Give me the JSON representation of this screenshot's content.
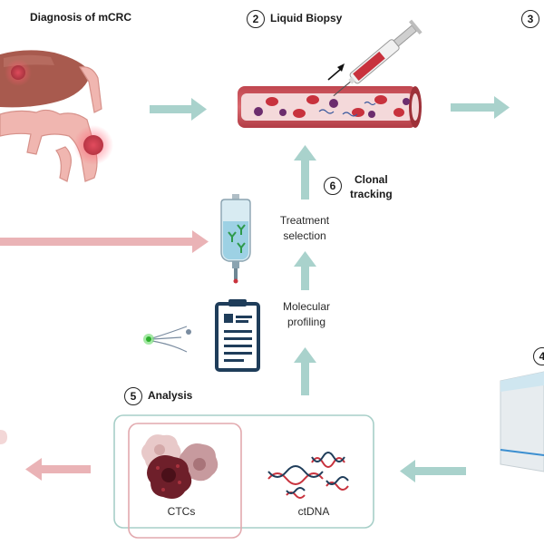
{
  "steps": {
    "diagnosis": {
      "title": "Diagnosis of mCRC"
    },
    "liquid_biopsy": {
      "number": "2",
      "title": "Liquid Biopsy"
    },
    "step3": {
      "number": "3"
    },
    "step4": {
      "number": "4"
    },
    "analysis": {
      "number": "5",
      "title": "Analysis"
    },
    "clonal": {
      "number": "6",
      "title_line1": "Clonal",
      "title_line2": "tracking"
    }
  },
  "labels": {
    "treatment_line1": "Treatment",
    "treatment_line2": "selection",
    "molecular_line1": "Molecular",
    "molecular_line2": "profiling",
    "ctcs": "CTCs",
    "ctdna": "ctDNA"
  },
  "colors": {
    "arrow_teal": "#a9d2cc",
    "arrow_pink": "#eab3b6",
    "vessel": "#b8474d",
    "tumor": "#a8323e",
    "report": "#1f3d5a",
    "box_teal": "#a7cfc8",
    "box_pink": "#e2a9ae"
  }
}
